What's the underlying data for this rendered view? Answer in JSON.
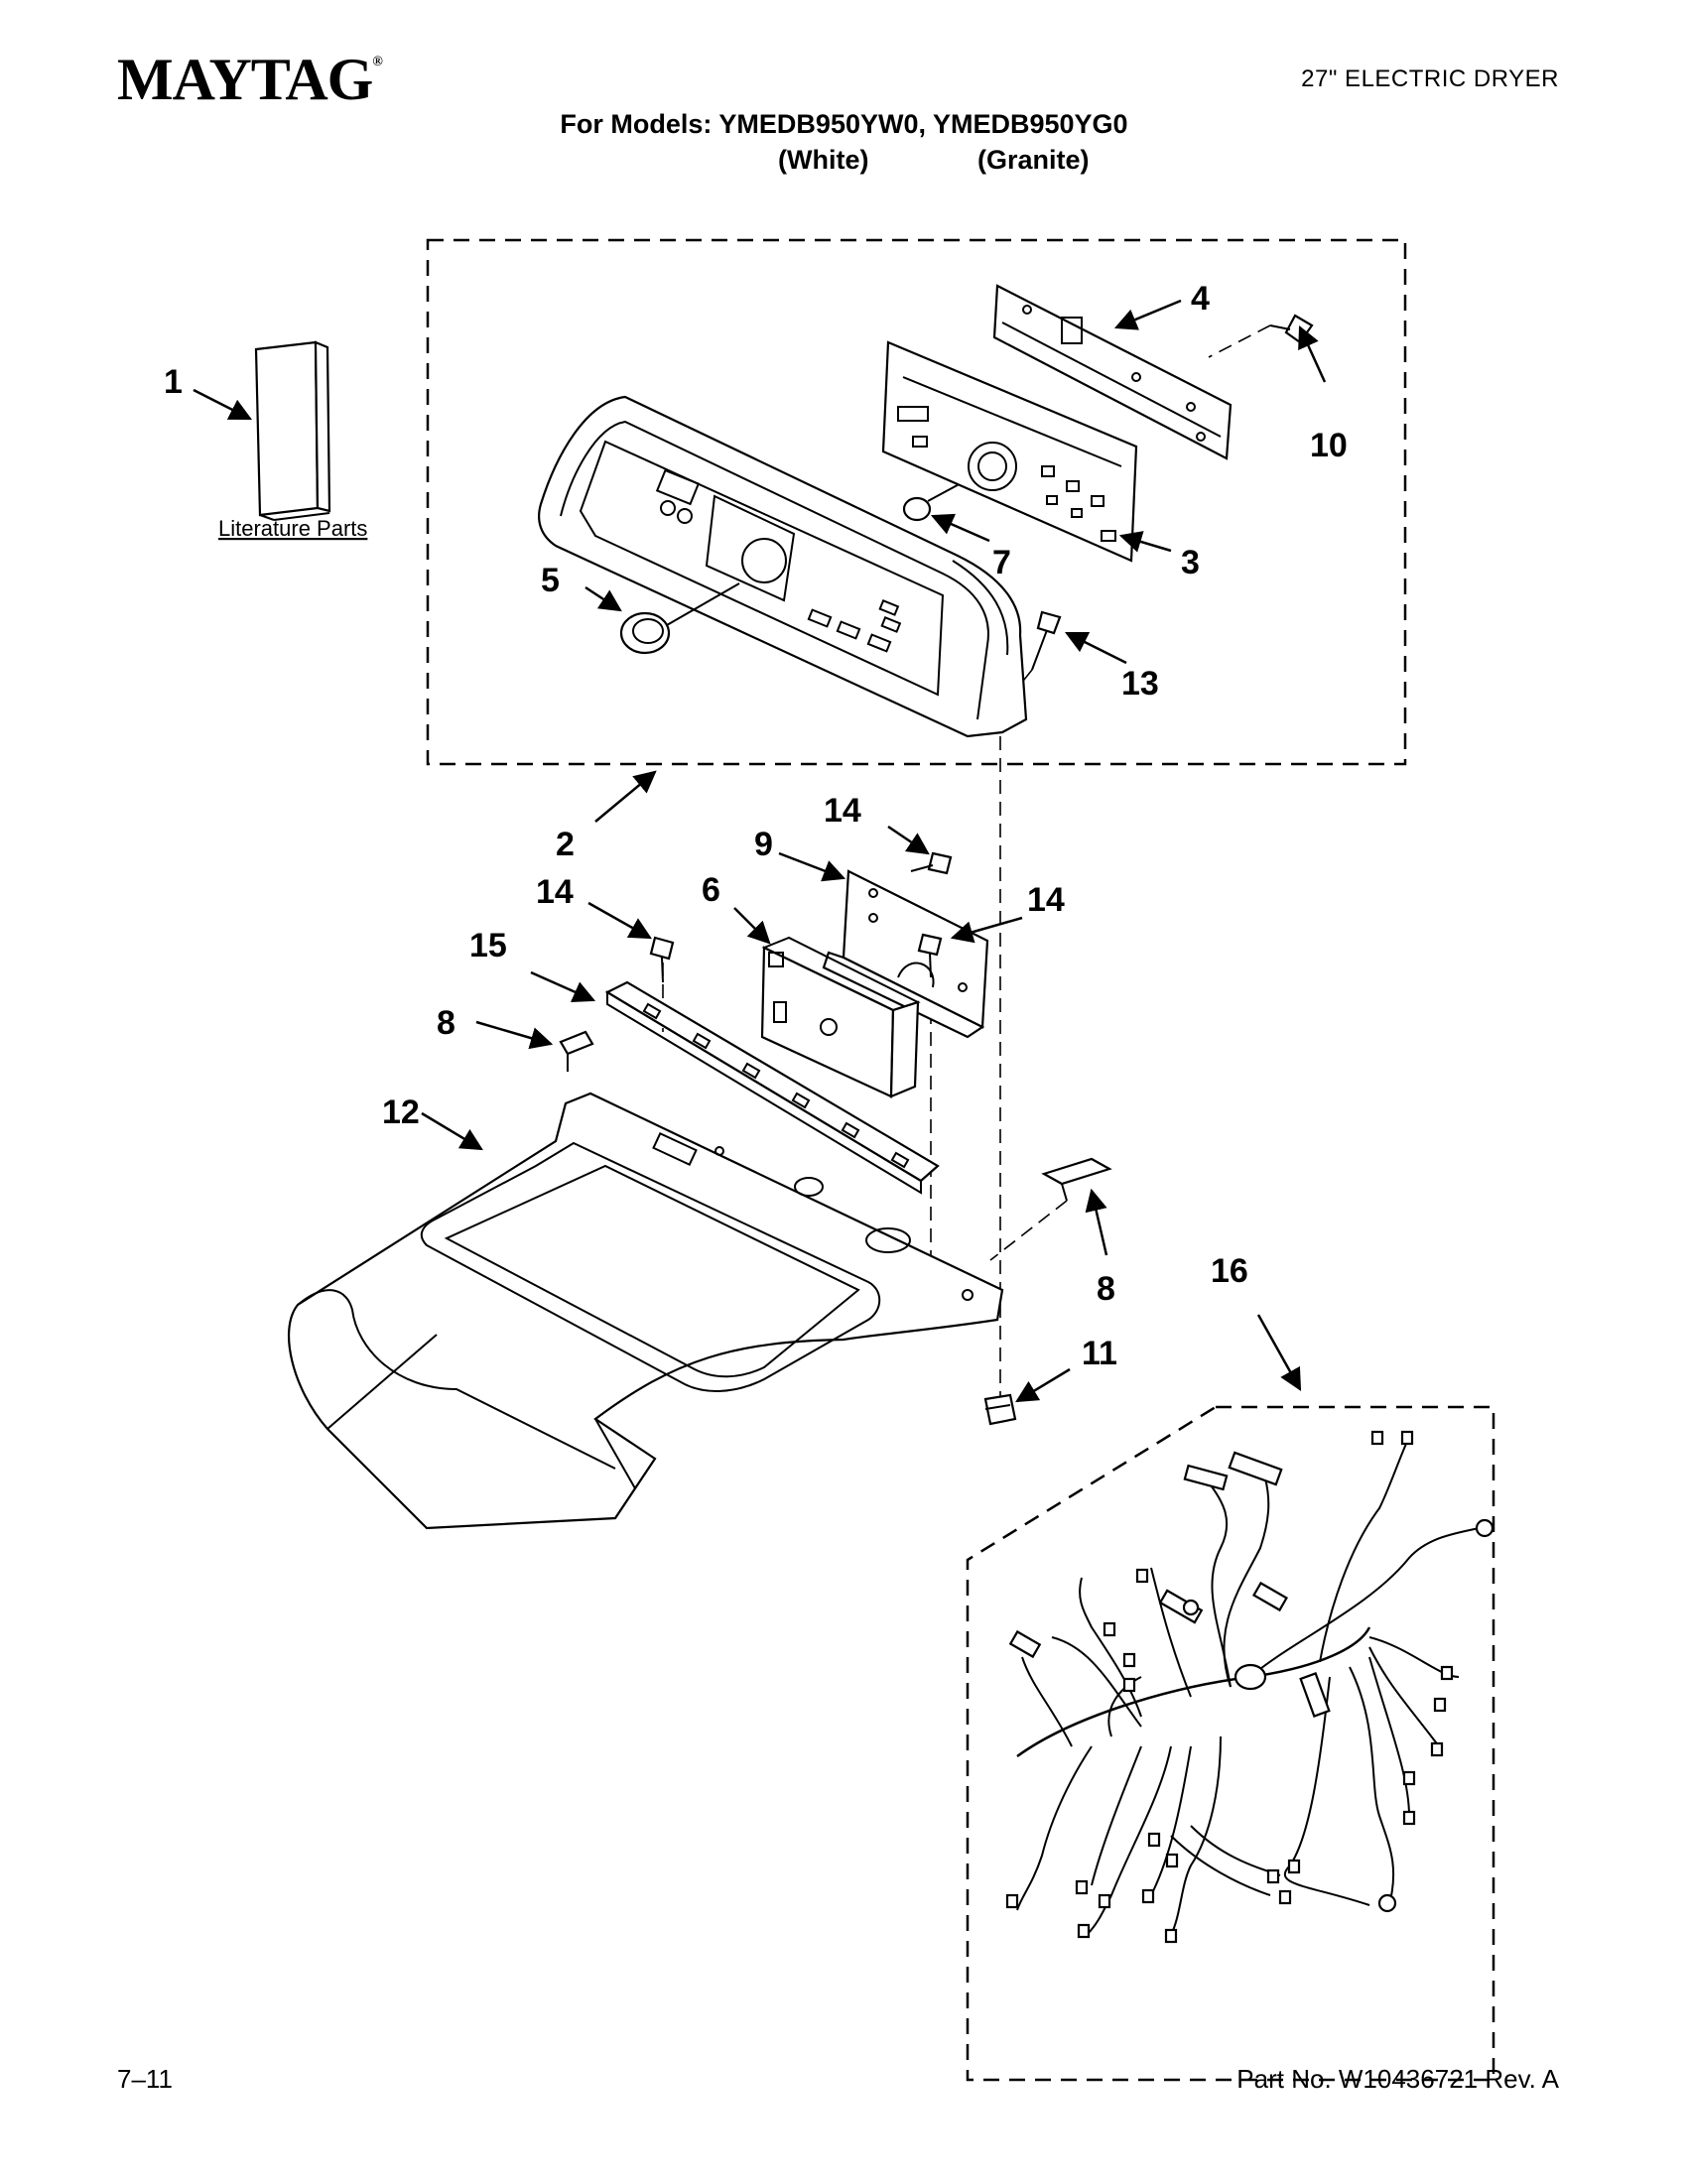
{
  "header": {
    "brand": "MAYTAG",
    "brand_mark": "®",
    "product": "27\" ELECTRIC DRYER",
    "models_line": "For Models: YMEDB950YW0, YMEDB950YG0",
    "variant_white": "(White)",
    "variant_granite": "(Granite)"
  },
  "diagram": {
    "literature_label": "Literature Parts",
    "callouts": [
      {
        "id": "c1",
        "label": "1"
      },
      {
        "id": "c2",
        "label": "2"
      },
      {
        "id": "c3",
        "label": "3"
      },
      {
        "id": "c4",
        "label": "4"
      },
      {
        "id": "c5",
        "label": "5"
      },
      {
        "id": "c6",
        "label": "6"
      },
      {
        "id": "c7",
        "label": "7"
      },
      {
        "id": "c8a",
        "label": "8"
      },
      {
        "id": "c8b",
        "label": "8"
      },
      {
        "id": "c9",
        "label": "9"
      },
      {
        "id": "c10",
        "label": "10"
      },
      {
        "id": "c11",
        "label": "11"
      },
      {
        "id": "c12",
        "label": "12"
      },
      {
        "id": "c13",
        "label": "13"
      },
      {
        "id": "c14a",
        "label": "14"
      },
      {
        "id": "c14b",
        "label": "14"
      },
      {
        "id": "c14c",
        "label": "14"
      },
      {
        "id": "c15",
        "label": "15"
      },
      {
        "id": "c16",
        "label": "16"
      }
    ]
  },
  "footer": {
    "date_code": "7–11",
    "part_number": "Part No. W10436721 Rev. A"
  }
}
